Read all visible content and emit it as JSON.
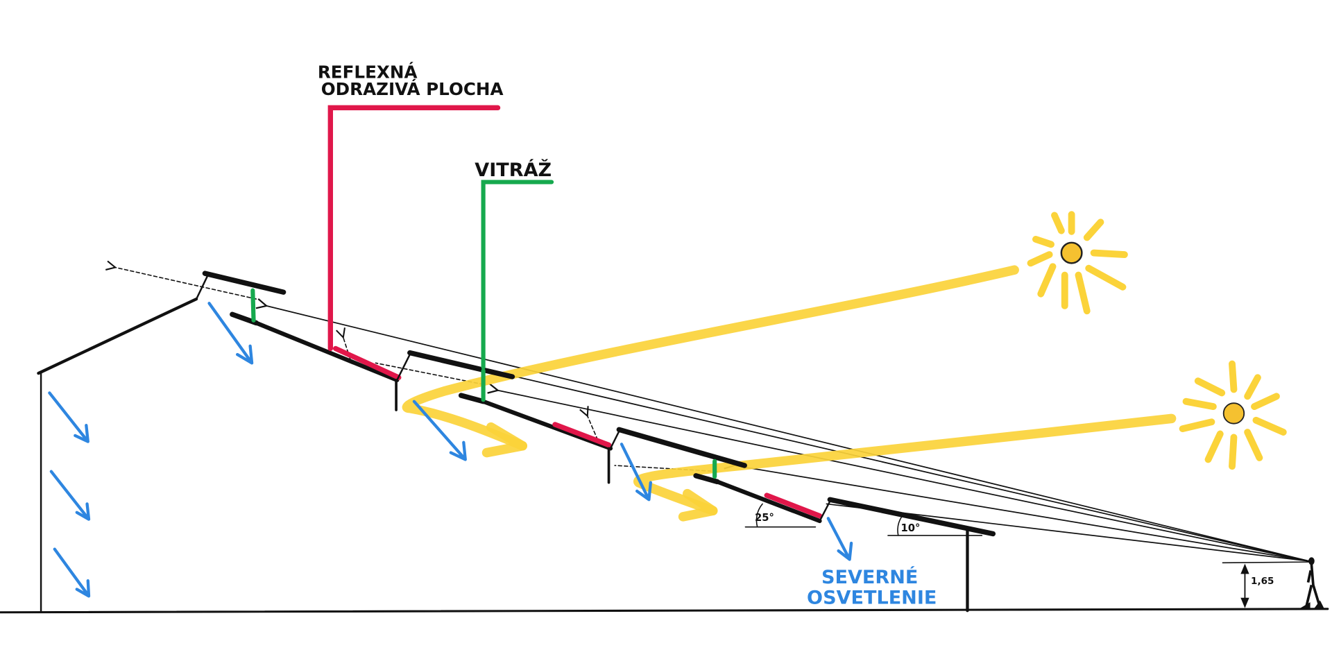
{
  "labels": {
    "reflective_line1": "REFLEXNÁ",
    "reflective_line2": "ODRAZIVÁ PLOCHA",
    "stained_glass": "VITRÁŽ",
    "north_light_line1": "SEVERNÉ",
    "north_light_line2": "OSVETLENIE",
    "angle_roof": "25°",
    "angle_lower": "10°",
    "eye_height": "1,65"
  },
  "colors": {
    "reflective": "#e0174a",
    "glass": "#16a94e",
    "sunlight": "#fbd33a",
    "north_light": "#2e86e0",
    "structure": "#111111"
  }
}
